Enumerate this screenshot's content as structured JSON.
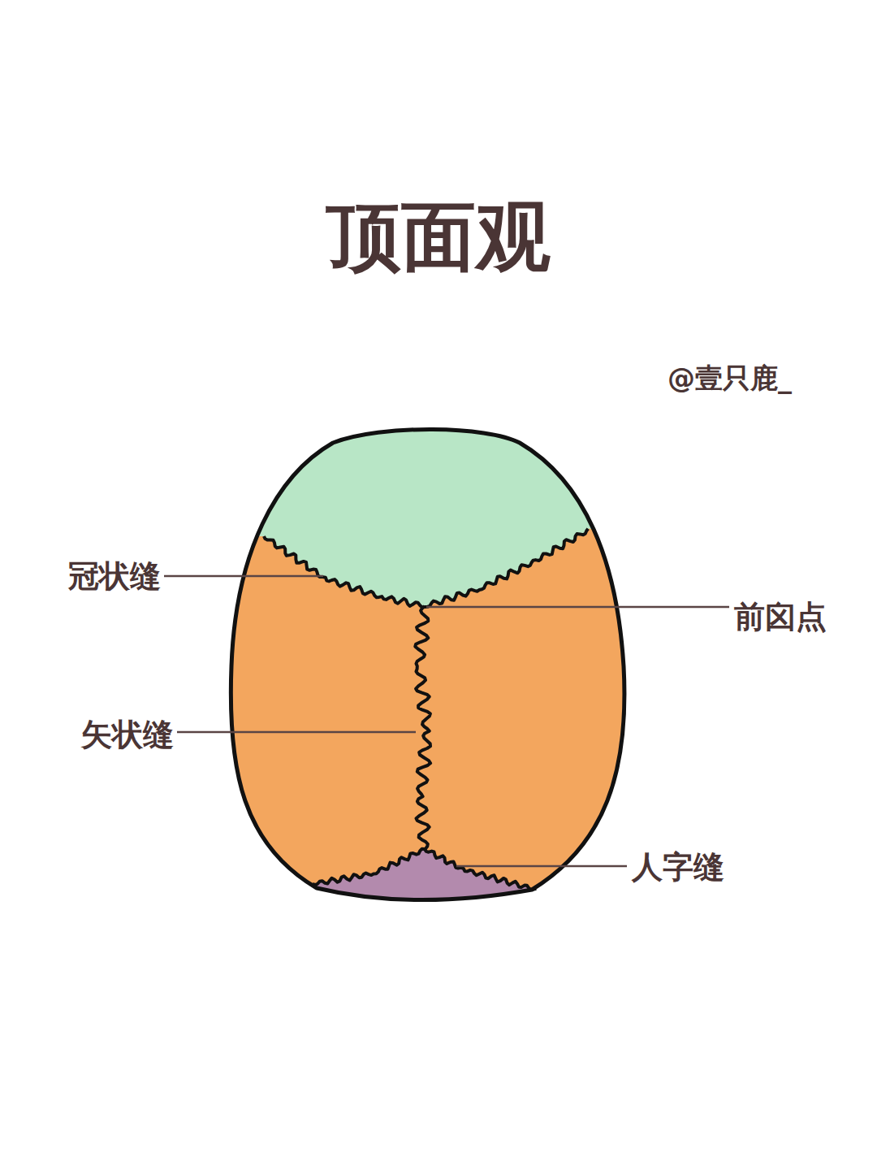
{
  "diagram": {
    "title": "顶面观",
    "labels": [
      "@壹只鹿_",
      "冠状缝",
      "前囟点",
      "矢状缝",
      "人字缝"
    ]
  }
}
